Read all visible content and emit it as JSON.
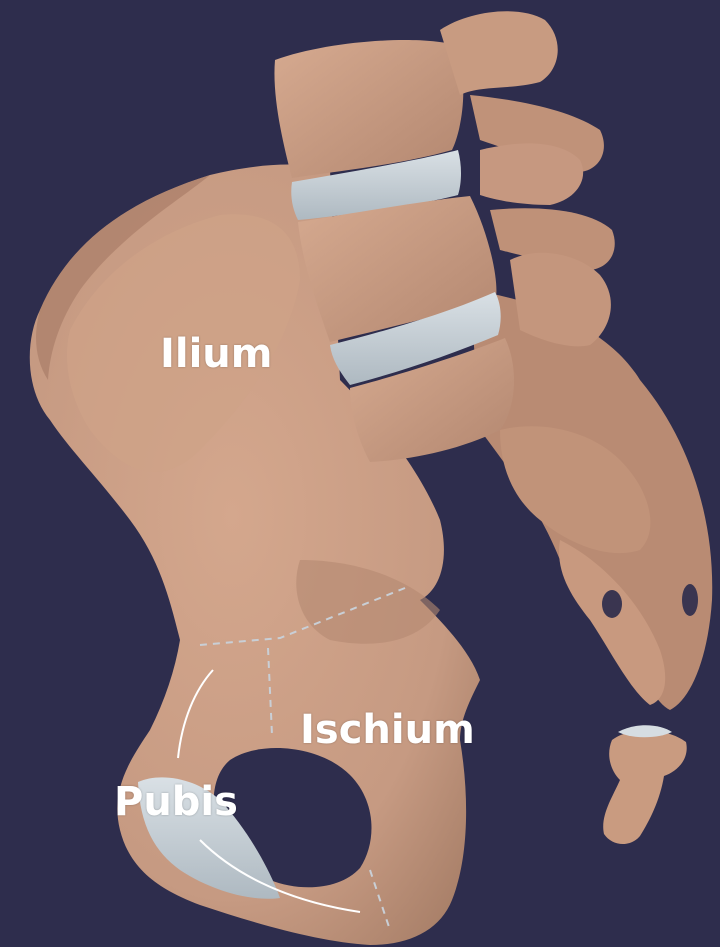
{
  "labels": {
    "ilium": "Ilium",
    "ischium": "Ischium",
    "pubis": "Pubis"
  },
  "colors": {
    "background": "#2e2d4d",
    "bone": "#c69a82",
    "bone_shadow": "#a97e68",
    "bone_highlight": "#dcb39b",
    "cartilage": "#c7d0d6",
    "boundary_lines": "#c9cfd6",
    "label_text": "#ffffff"
  },
  "illustration": "3d-render-of-hip-bone-with-lumbar-spine-and-sacrum"
}
